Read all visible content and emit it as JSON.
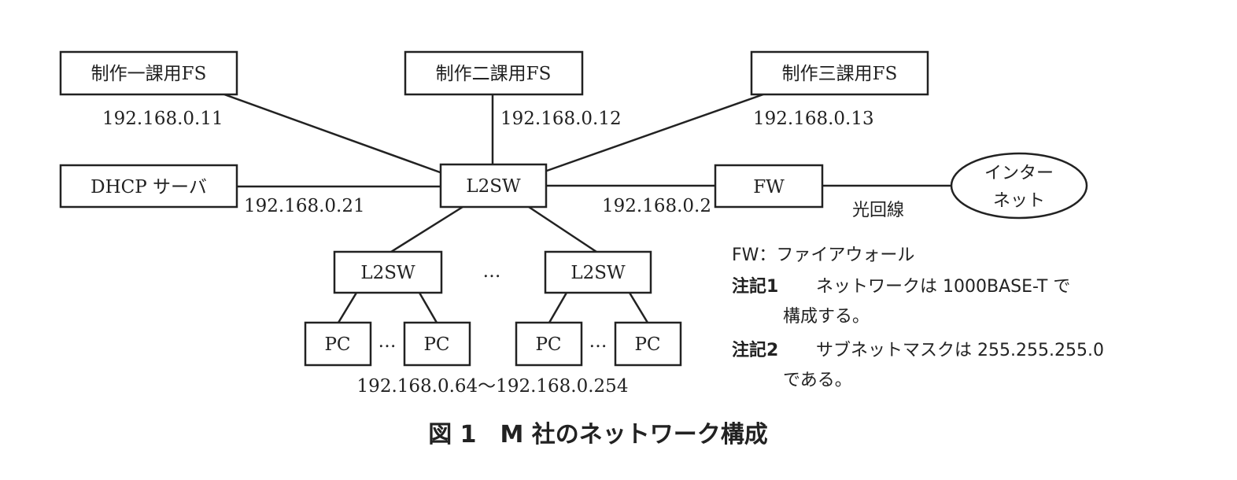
{
  "nodes": {
    "fs1": "制作一課用FS",
    "fs2": "制作二課用FS",
    "fs3": "制作三課用FS",
    "dhcp": "DHCP サーバ",
    "core_switch": "L2SW",
    "fw": "FW",
    "internet_line1": "インター",
    "internet_line2": "ネット",
    "switch_left": "L2SW",
    "switch_right": "L2SW",
    "pc": "PC",
    "ellipsis": "…"
  },
  "addresses": {
    "fs1": "192.168.0.11",
    "fs2": "192.168.0.12",
    "fs3": "192.168.0.13",
    "dhcp": "192.168.0.21",
    "fw": "192.168.0.2",
    "pc_range": "192.168.0.64～192.168.0.254"
  },
  "link_labels": {
    "optical": "光回線"
  },
  "notes": {
    "legend": "FW：ファイアウォール",
    "note1_label": "注記1",
    "note1_line1": "ネットワークは 1000BASE-T で",
    "note1_line2": "構成する。",
    "note2_label": "注記2",
    "note2_line1": "サブネットマスクは 255.255.255.0",
    "note2_line2": "である。"
  },
  "caption": "図 1　M 社のネットワーク構成"
}
